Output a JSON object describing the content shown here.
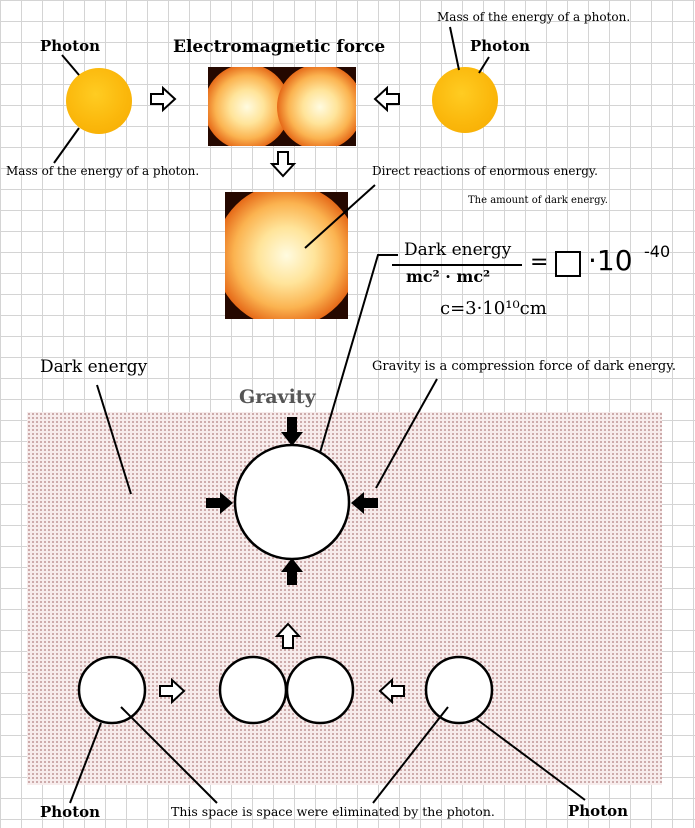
{
  "labels": {
    "photon_left": "Photon",
    "photon_right": "Photon",
    "em_force": "Electromagnetic force",
    "mass_top_right": "Mass of the energy of a photon.",
    "mass_left": "Mass of the energy of a photon.",
    "direct_reactions": "Direct reactions of enormous energy.",
    "amount_dark": "The amount of dark energy.",
    "dark_energy_heading": "Dark energy",
    "gravity_compression": "Gravity is a compression force of dark energy.",
    "gravity": "Gravity",
    "photon_bottom_left": "Photon",
    "photon_bottom_right": "Photon",
    "space_eliminated": "This space is space were eliminated by the photon."
  },
  "formula": {
    "numerator": "Dark energy",
    "denominator": "mc² · mc²",
    "equals": "=",
    "times_ten": "·10",
    "exponent": "-40",
    "c_value": "c=3·10¹⁰cm"
  },
  "colors": {
    "photon": "#fbb80c",
    "field": "#f7ecec",
    "fire_core": "#ffe49a",
    "fire_edge": "#250800"
  }
}
